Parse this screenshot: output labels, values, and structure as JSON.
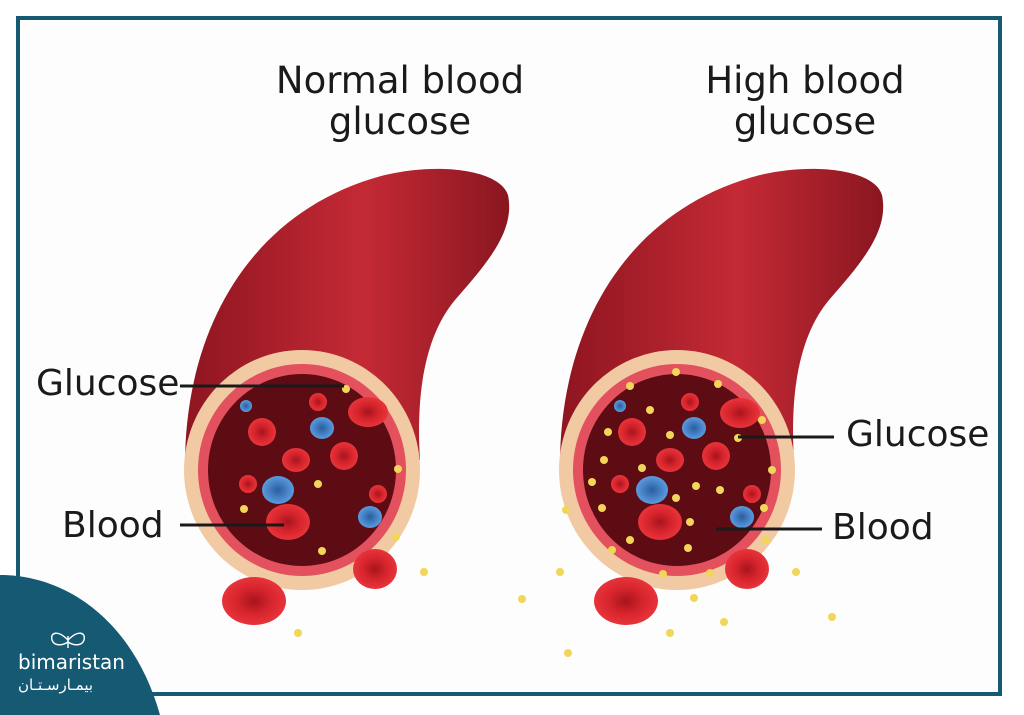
{
  "titles": {
    "normal": "Normal blood\nglucose",
    "high": "High blood\nglucose"
  },
  "labels": {
    "normal_glucose": "Glucose",
    "normal_blood": "Blood",
    "high_glucose": "Glucose",
    "high_blood": "Blood"
  },
  "logo": {
    "name": "bimaristan",
    "arabic": "بيمـارسـتـان"
  },
  "colors": {
    "frame": "#155a72",
    "vessel": "#b0202c",
    "blood_cell": "#d9242c",
    "glucose": "#f1d65a",
    "white_cell": "#3b7fc4"
  }
}
